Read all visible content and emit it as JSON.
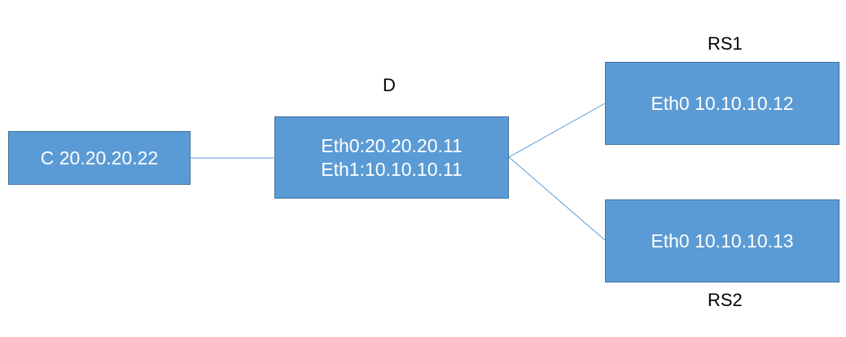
{
  "colors": {
    "node_fill": "#5b9bd5",
    "node_border": "#41719c",
    "node_text": "#ffffff",
    "connector": "#5b9bd5",
    "label_text": "#000000"
  },
  "labels": {
    "d": "D",
    "rs1": "RS1",
    "rs2": "RS2"
  },
  "nodes": {
    "client": {
      "text": "C 20.20.20.22"
    },
    "director": {
      "line1": "Eth0:20.20.20.11",
      "line2": "Eth1:10.10.10.11"
    },
    "rs1": {
      "text": "Eth0 10.10.10.12"
    },
    "rs2": {
      "text": "Eth0 10.10.10.13"
    }
  },
  "connections": [
    {
      "from": "client",
      "to": "director"
    },
    {
      "from": "director",
      "to": "rs1"
    },
    {
      "from": "director",
      "to": "rs2"
    }
  ]
}
